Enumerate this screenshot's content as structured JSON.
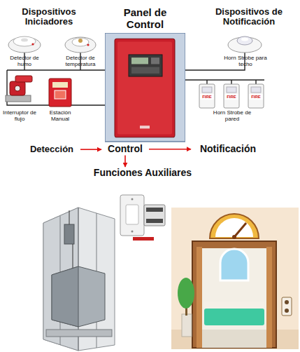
{
  "diagram": {
    "nodes": [
      {
        "text": [
          "Panel de Control"
        ]
      },
      {
        "text": [
          "Detección"
        ]
      },
      {
        "text": [
          "Control"
        ]
      },
      {
        "text": [
          "Notificación"
        ]
      },
      {
        "text": [
          "Funciones Auxiliares"
        ]
      }
    ],
    "edges": [
      {
        "from": 1,
        "to": 2,
        "arrow": "to"
      },
      {
        "from": 2,
        "to": 3,
        "arrow": "to"
      },
      {
        "from": 2,
        "to": 4,
        "arrow": "to"
      }
    ],
    "labels": [
      "Dispositivos Iniciadores",
      "Detector de humo",
      "Detector de temperatura",
      "Interruptor de flujo",
      "Estación Manual",
      "Dispositivos de Notificación",
      "Horn Strobe para techo",
      "FIRE",
      "FIRE",
      "FIRE",
      "Horn Strobe de pared"
    ]
  }
}
